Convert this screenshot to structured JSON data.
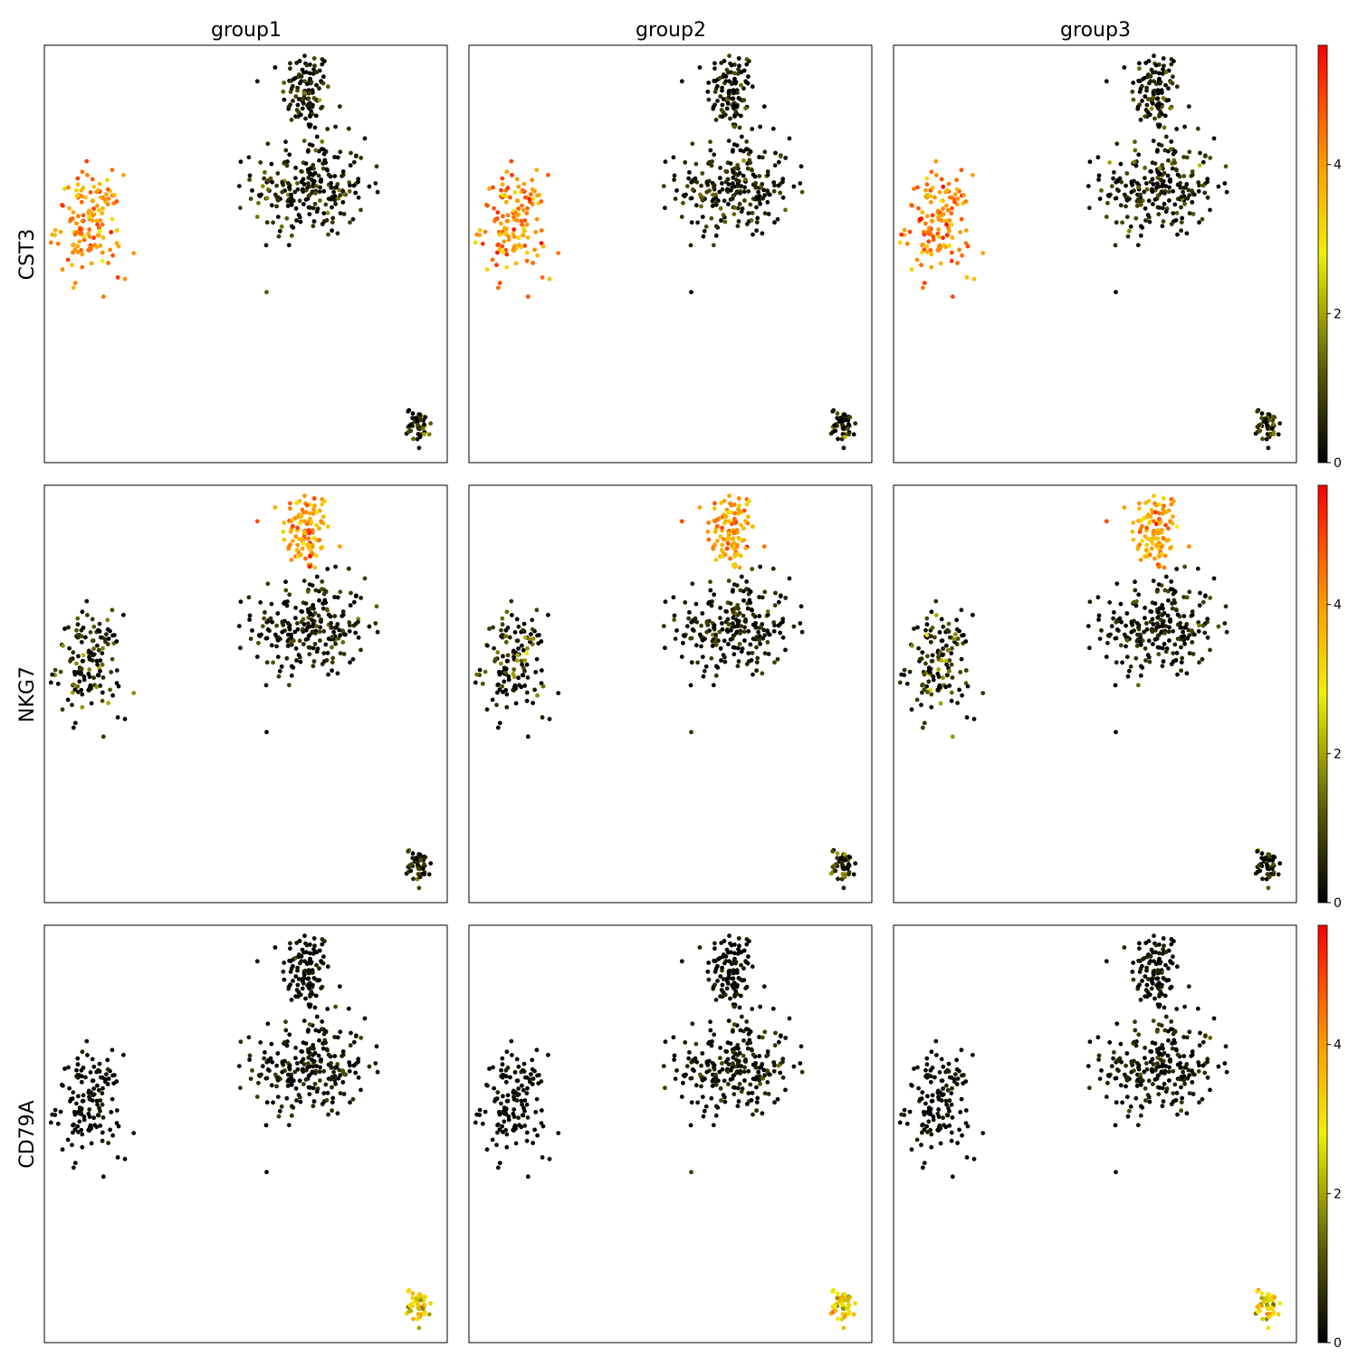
{
  "figure": {
    "column_titles": [
      "group1",
      "group2",
      "group3"
    ],
    "row_labels": [
      "CST3",
      "NKG7",
      "CD79A"
    ]
  },
  "colormap": {
    "stops": [
      "#000000",
      "#5a5a00",
      "#f0f000",
      "#ff9a00",
      "#ff0000"
    ],
    "stop_positions": [
      0,
      0.22,
      0.5,
      0.72,
      1
    ],
    "vmin": 0,
    "vmax": 5.6,
    "ticks": [
      0,
      2,
      4
    ]
  },
  "chart_data": {
    "type": "scatter",
    "plot_kind": "embedding scatter grid (3 genes x 3 groups), color = expression",
    "axes_ticks_shown": false,
    "colorbar_ticks": [
      "0",
      "2",
      "4"
    ],
    "clusters": [
      {
        "id": "top-cluster-head",
        "center": [
          0.65,
          0.89
        ],
        "spread": [
          0.03,
          0.05
        ],
        "n": 110
      },
      {
        "id": "top-cluster-body",
        "center": [
          0.66,
          0.66
        ],
        "spread": [
          0.07,
          0.06
        ],
        "n": 240
      },
      {
        "id": "left-cluster",
        "center": [
          0.11,
          0.57
        ],
        "spread": [
          0.04,
          0.06
        ],
        "n": 140
      },
      {
        "id": "right-bottom-cluster",
        "center": [
          0.93,
          0.09
        ],
        "spread": [
          0.015,
          0.02
        ],
        "n": 50
      },
      {
        "id": "outlier",
        "center": [
          0.2,
          0.44
        ],
        "spread": [
          0,
          0
        ],
        "n": 1
      }
    ],
    "expression_by_gene": [
      {
        "gene": "CST3",
        "cluster_levels": {
          "top-cluster-head": 0.6,
          "top-cluster-body": 0.6,
          "left-cluster": 4.2,
          "right-bottom-cluster": 0.9,
          "outlier": 4.0
        }
      },
      {
        "gene": "NKG7",
        "cluster_levels": {
          "top-cluster-head": 3.9,
          "top-cluster-body": 0.5,
          "left-cluster": 0.9,
          "right-bottom-cluster": 0.7,
          "outlier": 0.0
        }
      },
      {
        "gene": "CD79A",
        "cluster_levels": {
          "top-cluster-head": 0.3,
          "top-cluster-body": 0.4,
          "left-cluster": 0.2,
          "right-bottom-cluster": 3.0,
          "outlier": 0.0
        }
      }
    ]
  }
}
